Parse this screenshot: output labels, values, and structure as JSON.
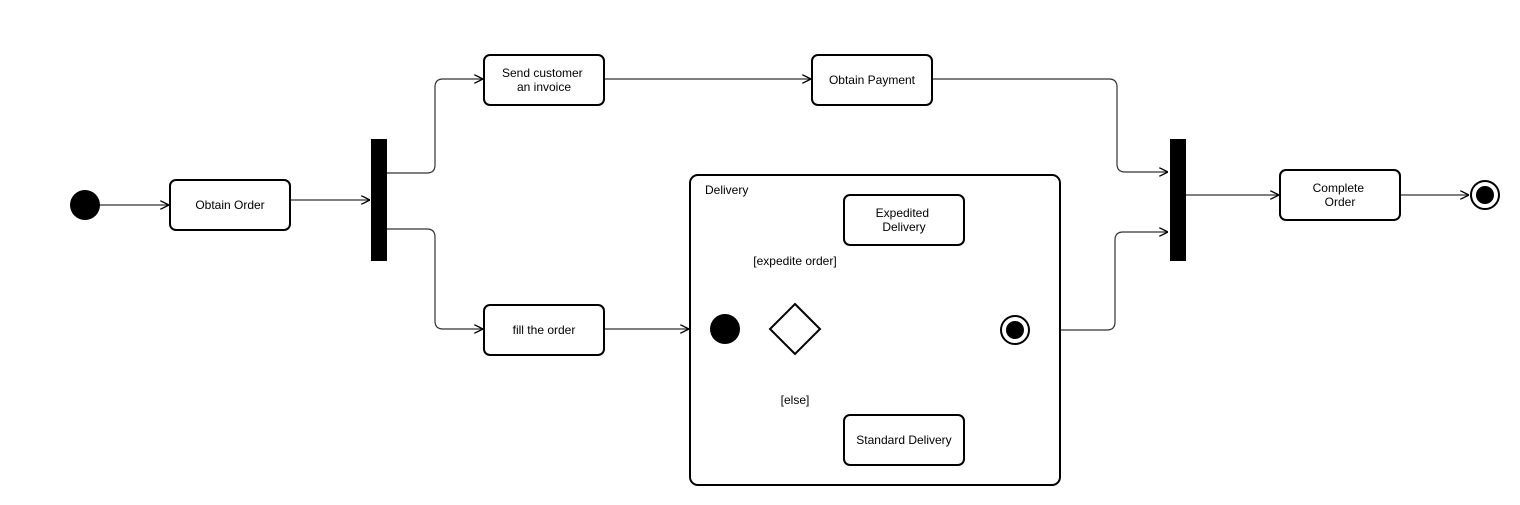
{
  "diagram": {
    "nodes": {
      "obtain_order": "Obtain Order",
      "send_invoice": [
        "Send customer",
        "an invoice"
      ],
      "obtain_payment": "Obtain Payment",
      "fill_order": "fill the order",
      "complete_order": [
        "Complete",
        "Order"
      ],
      "delivery_title": "Delivery",
      "expedited_delivery": [
        "Expedited",
        "Delivery"
      ],
      "standard_delivery": "Standard Delivery"
    },
    "guards": {
      "expedite": "[expedite order]",
      "else": "[else]"
    }
  }
}
